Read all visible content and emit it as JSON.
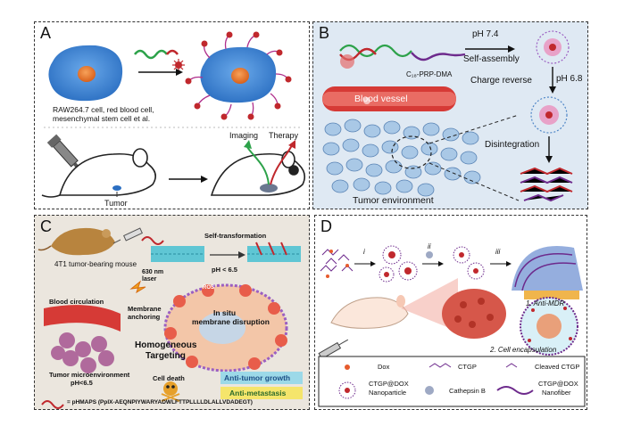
{
  "panels": {
    "a": {
      "label": "A",
      "cell_caption_1": "RAW264.7 cell, red blood cell,",
      "cell_caption_2": "mesenchymal stem cell et al.",
      "imaging": "Imaging",
      "therapy": "Therapy",
      "tumor": "Tumor"
    },
    "b": {
      "label": "B",
      "ph74": "pH 7.4",
      "self_assembly": "Self-assembly",
      "polymer": "C₁₈-PRP-DMA",
      "charge_reverse": "Charge reverse",
      "ph68": "pH 6.8",
      "blood_vessel": "Blood vessel",
      "disintegration": "Disintegration",
      "tumor_env": "Tumor environment"
    },
    "c": {
      "label": "C",
      "mouse": "4T1 tumor-bearing mouse",
      "self_transformation": "Self-transformation",
      "ph65": "pH < 6.5",
      "laser_1": "630 nm",
      "laser_2": "laser",
      "blood_circulation": "Blood circulation",
      "membrane_1": "Membrane",
      "membrane_2": "anchoring",
      "in_situ_1": "In situ",
      "in_situ_2": "membrane disruption",
      "ros": "ROS",
      "tumor_micro": "Tumor microenvironment",
      "tumor_ph": "pH<6.5",
      "homogeneous_1": "Homogeneous",
      "homogeneous_2": "Targeting",
      "cell_death": "Cell death",
      "anti_tumor": "Anti-tumor growth",
      "anti_metastasis": "Anti-metastasis",
      "sequence": "= pHMAPS (PpIX-AEQNPIYWARYADWLFTTPLLLLDLALLVDADEGT)"
    },
    "d": {
      "label": "D",
      "step_i": "i",
      "step_ii": "ii",
      "step_iii": "iii",
      "anti_mdr": "1. Anti-MDR",
      "cell_encapsulation": "2. Cell encapsulation",
      "legend": {
        "dox": "Dox",
        "ctgp": "CTGP",
        "cleaved_ctgp": "Cleaved CTGP",
        "ctgp_dox_np_1": "CTGP@DOX",
        "ctgp_dox_np_2": "Nanoparticle",
        "cathepsin_b": "Cathepsin B",
        "ctgp_dox_nf_1": "CTGP@DOX",
        "ctgp_dox_nf_2": "Nanofiber"
      }
    }
  },
  "colors": {
    "cell_blue": "#3f86d6",
    "nucleus_orange": "#ee7d2c",
    "polymer_red": "#c0282d",
    "vessel_red": "#d63a36",
    "tumor_cell": "#a9c8e6",
    "label_yellow": "#f5e56b",
    "label_green": "#c8e8b0"
  }
}
